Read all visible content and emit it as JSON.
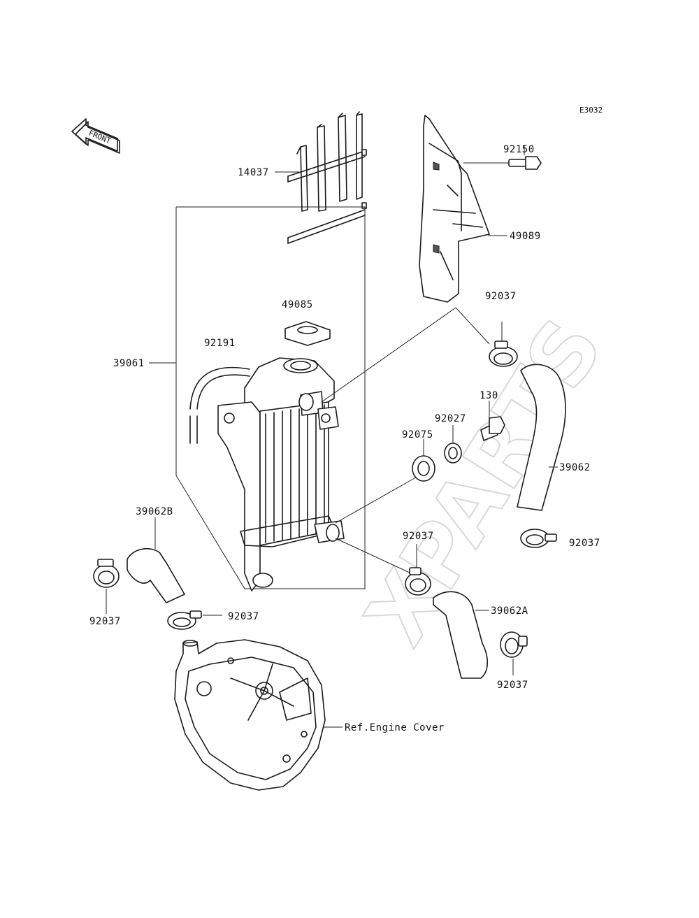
{
  "diagram_code": "E3032",
  "front_label": "FRONT",
  "watermark": "XPARTS",
  "parts": {
    "p14037": "14037",
    "p92150": "92150",
    "p49089": "49089",
    "p49085": "49085",
    "p92191": "92191",
    "p39061": "39061",
    "p92037_top": "92037",
    "p130": "130",
    "p92027": "92027",
    "p92075": "92075",
    "p39062": "39062",
    "p92037_right": "92037",
    "p39062B": "39062B",
    "p92037_center": "92037",
    "p92037_left": "92037",
    "p92037_lowmid": "92037",
    "p39062A": "39062A",
    "p92037_bottom": "92037",
    "ref_engine_cover": "Ref.Engine Cover"
  }
}
